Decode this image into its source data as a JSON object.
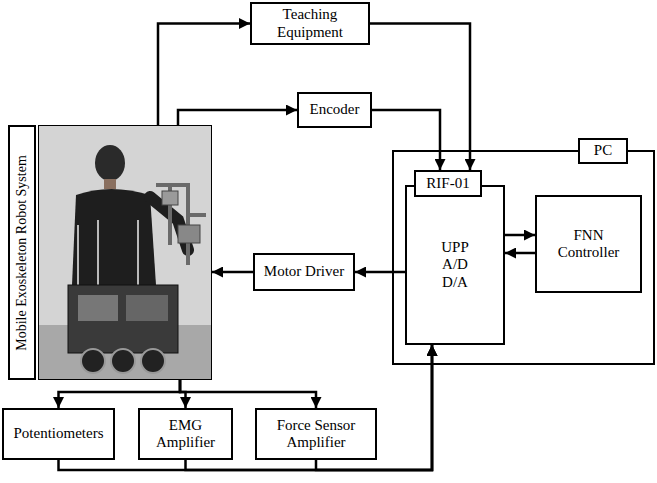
{
  "diagram": {
    "nodes": [
      {
        "text": [
          "Teaching Equipment"
        ]
      },
      {
        "text": [
          "Encoder"
        ]
      },
      {
        "text": [
          "PC"
        ]
      },
      {
        "text": [
          "RIF-01"
        ],
        "in": 2
      },
      {
        "text": [
          "UPP A/D D/A"
        ],
        "in": 2
      },
      {
        "text": [
          "FNN Controller"
        ],
        "in": 2
      },
      {
        "text": [
          "Mobile Exoskeleton Robot System"
        ]
      },
      {
        "text": [
          "Motor Driver"
        ]
      },
      {
        "text": [
          "Potentiometers"
        ]
      },
      {
        "text": [
          "EMG Amplifier"
        ]
      },
      {
        "text": [
          "Force Sensor Amplifier"
        ]
      }
    ],
    "edges": [
      {
        "from": 6,
        "to": 0,
        "arrow": "to"
      },
      {
        "from": 0,
        "to": 3,
        "arrow": "to"
      },
      {
        "from": 6,
        "to": 1,
        "arrow": "to"
      },
      {
        "from": 1,
        "to": 3,
        "arrow": "to"
      },
      {
        "from": 4,
        "to": 5,
        "arrow": "to"
      },
      {
        "from": 5,
        "to": 4,
        "arrow": "to"
      },
      {
        "from": 4,
        "to": 7,
        "arrow": "to"
      },
      {
        "from": 7,
        "to": 6,
        "arrow": "to"
      },
      {
        "from": 6,
        "to": 8,
        "arrow": "to"
      },
      {
        "from": 6,
        "to": 9,
        "arrow": "to"
      },
      {
        "from": 6,
        "to": 10,
        "arrow": "to"
      },
      {
        "from": 8,
        "to": 4,
        "arrow": "to"
      },
      {
        "from": 9,
        "to": 4,
        "arrow": "to"
      },
      {
        "from": 10,
        "to": 4,
        "arrow": "to"
      }
    ]
  }
}
